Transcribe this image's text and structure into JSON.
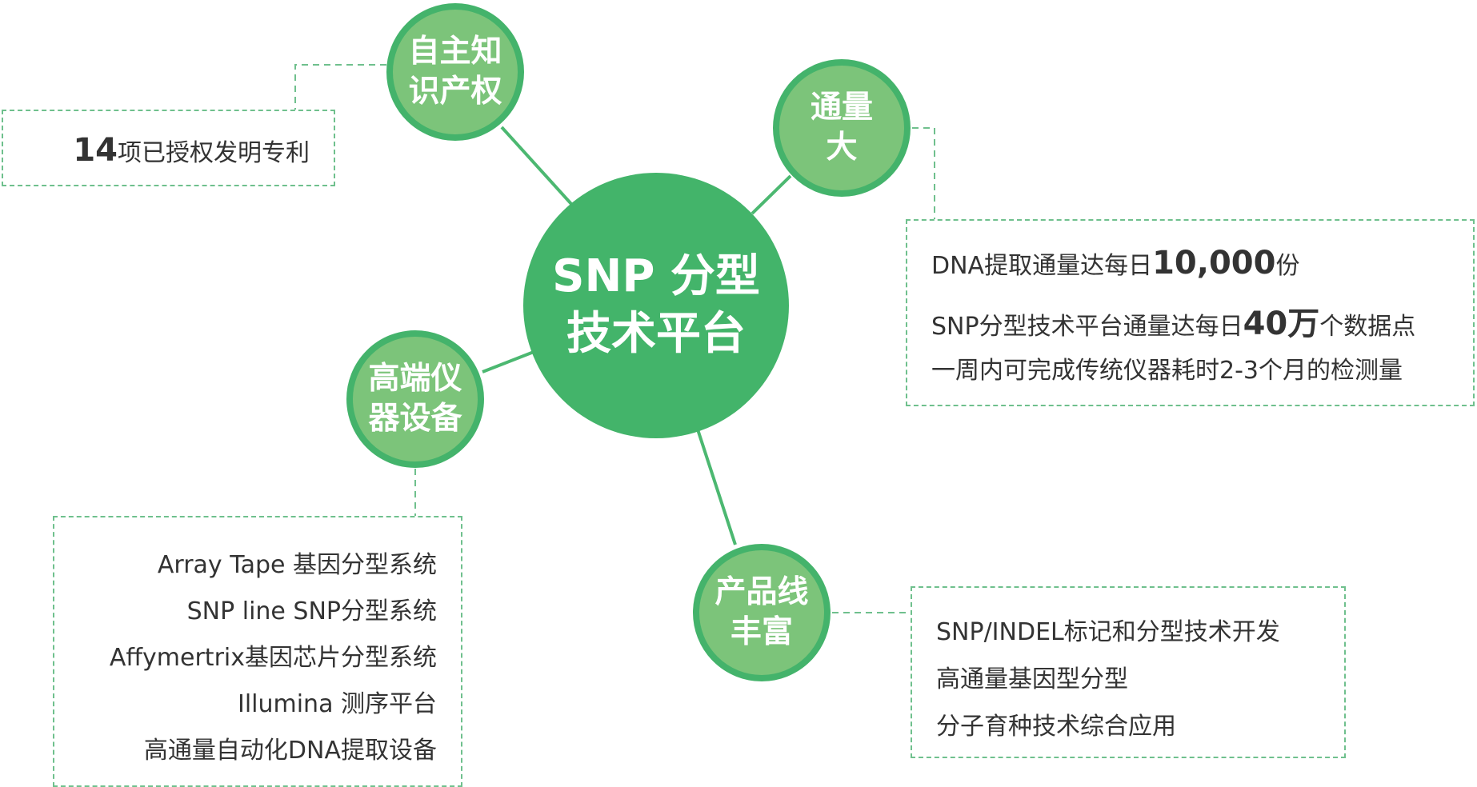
{
  "center": {
    "label": "SNP 分型\n技术平台"
  },
  "nodes": {
    "ip": {
      "label": "自主知\n识产权"
    },
    "throughput": {
      "label": "通量\n大"
    },
    "equipment": {
      "label": "高端仪\n器设备"
    },
    "products": {
      "label": "产品线\n丰富"
    }
  },
  "ip_box": {
    "line1": {
      "num": "14",
      "text": "项已授权发明专利"
    }
  },
  "throughput_box": {
    "line1": {
      "pre": "DNA提取通量达每日",
      "num": "10,000",
      "post": "份"
    },
    "line2": {
      "pre": "SNP分型技术平台通量达每日",
      "num": "40万",
      "post": "个数据点"
    },
    "line3": "一周内可完成传统仪器耗时2-3个月的检测量"
  },
  "equipment_box": {
    "items": [
      "Array Tape 基因分型系统",
      "SNP line SNP分型系统",
      "Affymertrix基因芯片分型系统",
      "Illumina 测序平台",
      "高通量自动化DNA提取设备"
    ]
  },
  "products_box": {
    "items": [
      "SNP/INDEL标记和分型技术开发",
      "高通量基因型分型",
      "分子育种技术综合应用"
    ]
  },
  "colors": {
    "center_fill": "#43b46a",
    "node_fill": "#7cc47a",
    "node_ring": "#44b36b",
    "connector": "#4cb871",
    "dashed": "#6fc08d",
    "text": "#333333"
  }
}
